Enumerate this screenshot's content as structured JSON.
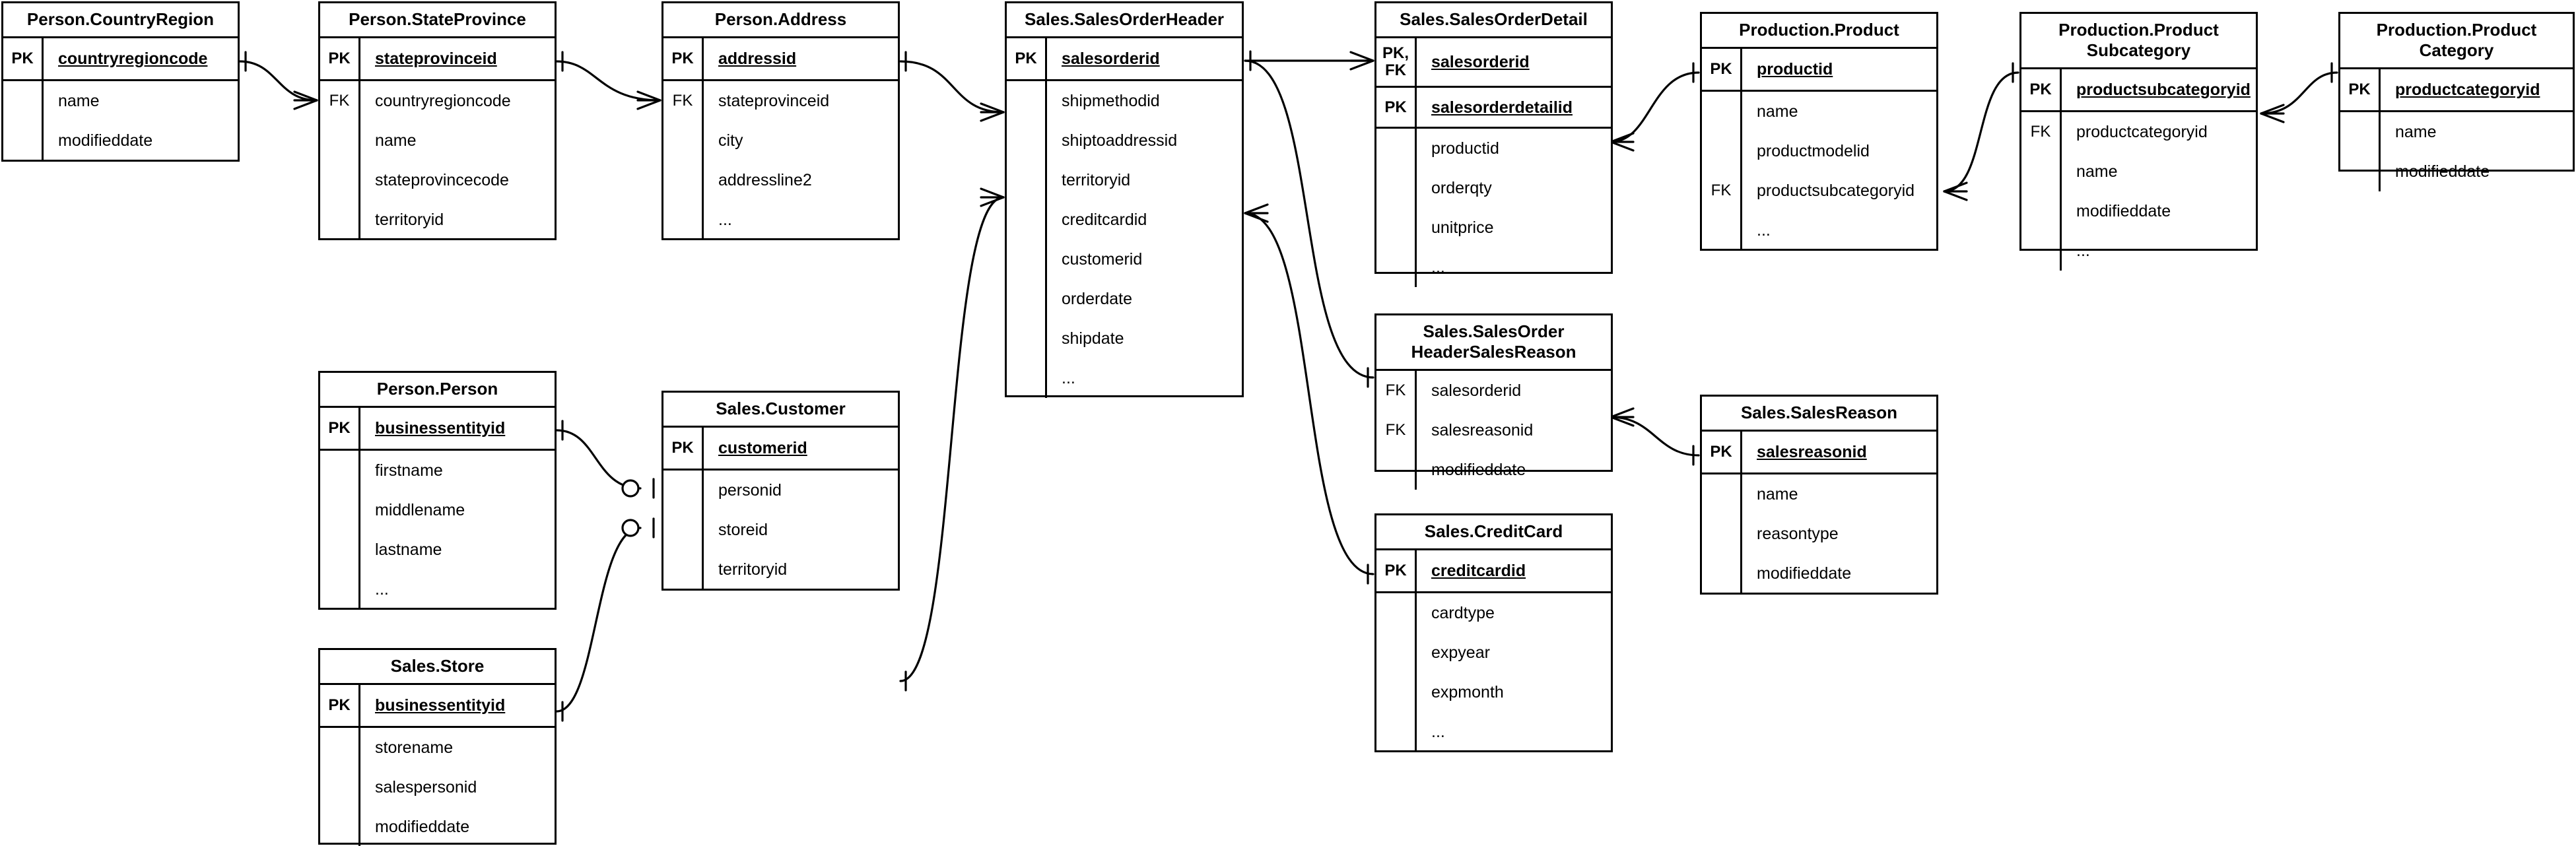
{
  "diagram": {
    "title": "AdventureWorks Sales ER Diagram",
    "notation": "crow-foot",
    "background_color": "#ffffff",
    "line_color": "#000000",
    "key_labels": {
      "pk": "PK",
      "fk": "FK",
      "pkfk": "PK,\nFK"
    },
    "ellipsis": "..."
  },
  "entities": [
    {
      "id": "person_countryregion",
      "name": "Person.CountryRegion",
      "keys": [
        {
          "marker": "PK",
          "field": "countryregioncode",
          "is_pk": true
        }
      ],
      "attributes": [
        "name",
        "modifieddate"
      ]
    },
    {
      "id": "person_stateprovince",
      "name": "Person.StateProvince",
      "keys": [
        {
          "marker": "PK",
          "field": "stateprovinceid",
          "is_pk": true
        }
      ],
      "attributes": [
        "countryregioncode",
        "name",
        "stateprovincecode",
        "territoryid"
      ],
      "attribute_markers": [
        "FK",
        "",
        "",
        ""
      ]
    },
    {
      "id": "person_address",
      "name": "Person.Address",
      "keys": [
        {
          "marker": "PK",
          "field": "addressid",
          "is_pk": true
        }
      ],
      "attributes": [
        "stateprovinceid",
        "city",
        "addressline2",
        "..."
      ],
      "attribute_markers": [
        "FK",
        "",
        "",
        ""
      ]
    },
    {
      "id": "sales_salesorderheader",
      "name": "Sales.SalesOrderHeader",
      "keys": [
        {
          "marker": "PK",
          "field": "salesorderid",
          "is_pk": true
        }
      ],
      "attributes": [
        "shipmethodid",
        "shiptoaddressid",
        "territoryid",
        "creditcardid",
        "customerid",
        "orderdate",
        "shipdate",
        "..."
      ],
      "attribute_markers": [
        "",
        "",
        "",
        "",
        "",
        "",
        "",
        ""
      ]
    },
    {
      "id": "sales_salesorderdetail",
      "name": "Sales.SalesOrderDetail",
      "keys": [
        {
          "marker": "PK,\nFK",
          "field": "salesorderid",
          "is_pk": true
        },
        {
          "marker": "PK",
          "field": "salesorderdetailid",
          "is_pk": true
        }
      ],
      "attributes": [
        "productid",
        "orderqty",
        "unitprice",
        "..."
      ],
      "attribute_markers": [
        "",
        "",
        "",
        ""
      ]
    },
    {
      "id": "production_product",
      "name": "Production.Product",
      "keys": [
        {
          "marker": "PK",
          "field": "productid",
          "is_pk": true
        }
      ],
      "attributes": [
        "name",
        "productmodelid",
        "productsubcategoryid",
        "..."
      ],
      "attribute_markers": [
        "",
        "",
        "FK",
        ""
      ]
    },
    {
      "id": "production_productsubcategory",
      "name": "Production.Product\nSubcategory",
      "keys": [
        {
          "marker": "PK",
          "field": "productsubcategoryid",
          "is_pk": true
        }
      ],
      "attributes": [
        "productcategoryid",
        "name",
        "modifieddate",
        "..."
      ],
      "attribute_markers": [
        "FK",
        "",
        "",
        ""
      ]
    },
    {
      "id": "production_productcategory",
      "name": "Production.Product\nCategory",
      "keys": [
        {
          "marker": "PK",
          "field": "productcategoryid",
          "is_pk": true
        }
      ],
      "attributes": [
        "name",
        "modifieddate"
      ],
      "attribute_markers": [
        "",
        ""
      ]
    },
    {
      "id": "person_person",
      "name": "Person.Person",
      "keys": [
        {
          "marker": "PK",
          "field": "businessentityid",
          "is_pk": true
        }
      ],
      "attributes": [
        "firstname",
        "middlename",
        "lastname",
        "..."
      ],
      "attribute_markers": [
        "",
        "",
        "",
        ""
      ]
    },
    {
      "id": "sales_customer",
      "name": "Sales.Customer",
      "keys": [
        {
          "marker": "PK",
          "field": "customerid",
          "is_pk": true
        }
      ],
      "attributes": [
        "personid",
        "storeid",
        "territoryid"
      ],
      "attribute_markers": [
        "",
        "",
        ""
      ]
    },
    {
      "id": "sales_store",
      "name": "Sales.Store",
      "keys": [
        {
          "marker": "PK",
          "field": "businessentityid",
          "is_pk": true
        }
      ],
      "attributes": [
        "storename",
        "salespersonid",
        "modifieddate"
      ],
      "attribute_markers": [
        "",
        "",
        ""
      ]
    },
    {
      "id": "sales_salesorderheadersalesreason",
      "name": "Sales.SalesOrder\nHeaderSalesReason",
      "keys": [],
      "attributes": [
        "salesorderid",
        "salesreasonid",
        "modifieddate"
      ],
      "attribute_markers": [
        "FK",
        "FK",
        ""
      ]
    },
    {
      "id": "sales_salesreason",
      "name": "Sales.SalesReason",
      "keys": [
        {
          "marker": "PK",
          "field": "salesreasonid",
          "is_pk": true
        }
      ],
      "attributes": [
        "name",
        "reasontype",
        "modifieddate"
      ],
      "attribute_markers": [
        "",
        "",
        ""
      ]
    },
    {
      "id": "sales_creditcard",
      "name": "Sales.CreditCard",
      "keys": [
        {
          "marker": "PK",
          "field": "creditcardid",
          "is_pk": true
        }
      ],
      "attributes": [
        "cardtype",
        "expyear",
        "expmonth",
        "..."
      ],
      "attribute_markers": [
        "",
        "",
        "",
        ""
      ]
    }
  ],
  "relationships": [
    {
      "from": "person_countryregion.countryregioncode",
      "to": "person_stateprovince.countryregioncode",
      "from_card": "one",
      "to_card": "many"
    },
    {
      "from": "person_stateprovince.stateprovinceid",
      "to": "person_address.stateprovinceid",
      "from_card": "one",
      "to_card": "many"
    },
    {
      "from": "person_address.addressid",
      "to": "sales_salesorderheader.shiptoaddressid",
      "from_card": "one",
      "to_card": "many"
    },
    {
      "from": "sales_customer.customerid",
      "to": "sales_salesorderheader.customerid",
      "from_card": "one",
      "to_card": "many"
    },
    {
      "from": "sales_salesorderheader.salesorderid",
      "to": "sales_salesorderdetail.salesorderid",
      "from_card": "one",
      "to_card": "many"
    },
    {
      "from": "sales_salesorderheader.salesorderid",
      "to": "sales_salesorderheadersalesreason.salesorderid",
      "from_card": "one",
      "to_card": "many"
    },
    {
      "from": "sales_creditcard.creditcardid",
      "to": "sales_salesorderheader.creditcardid",
      "from_card": "one",
      "to_card": "many"
    },
    {
      "from": "production_product.productid",
      "to": "sales_salesorderdetail.productid",
      "from_card": "one",
      "to_card": "many"
    },
    {
      "from": "production_productsubcategory.productsubcategoryid",
      "to": "production_product.productsubcategoryid",
      "from_card": "one",
      "to_card": "many"
    },
    {
      "from": "production_productcategory.productcategoryid",
      "to": "production_productsubcategory.productcategoryid",
      "from_card": "one",
      "to_card": "many"
    },
    {
      "from": "sales_salesreason.salesreasonid",
      "to": "sales_salesorderheadersalesreason.salesreasonid",
      "from_card": "one",
      "to_card": "many"
    },
    {
      "from": "person_person.businessentityid",
      "to": "sales_customer.personid",
      "from_card": "one",
      "to_card": "zero-or-one"
    },
    {
      "from": "sales_store.businessentityid",
      "to": "sales_customer.storeid",
      "from_card": "one",
      "to_card": "zero-or-one"
    }
  ]
}
